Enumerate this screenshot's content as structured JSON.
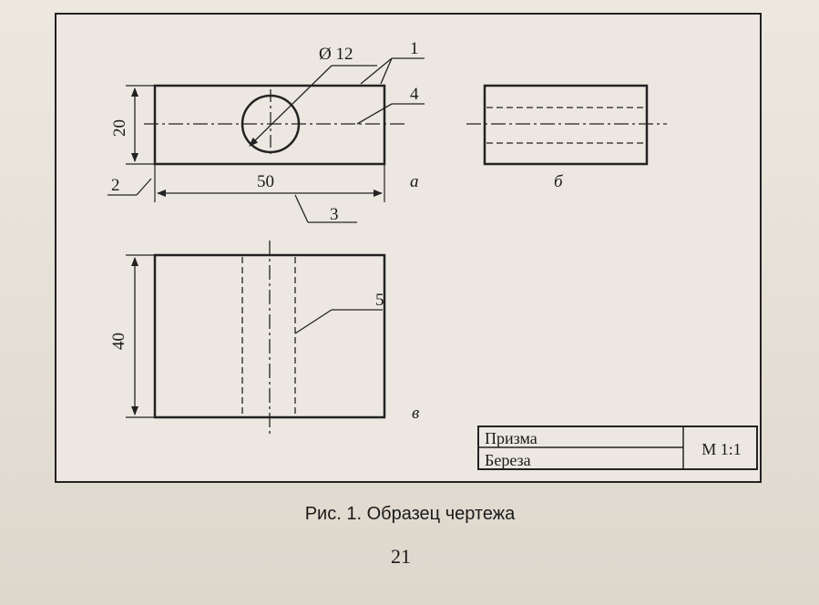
{
  "drawing": {
    "dimensions": {
      "diameter": "Ø 12",
      "height_front": "20",
      "length": "50",
      "height_top": "40"
    },
    "leaders": {
      "n1": "1",
      "n2": "2",
      "n3": "3",
      "n4": "4",
      "n5": "5"
    },
    "view_labels": {
      "a": "а",
      "b": "б",
      "v": "в"
    }
  },
  "title_block": {
    "name": "Призма",
    "material": "Береза",
    "scale": "М 1:1"
  },
  "caption": "Рис. 1. Образец чертежа",
  "page_number": "21"
}
